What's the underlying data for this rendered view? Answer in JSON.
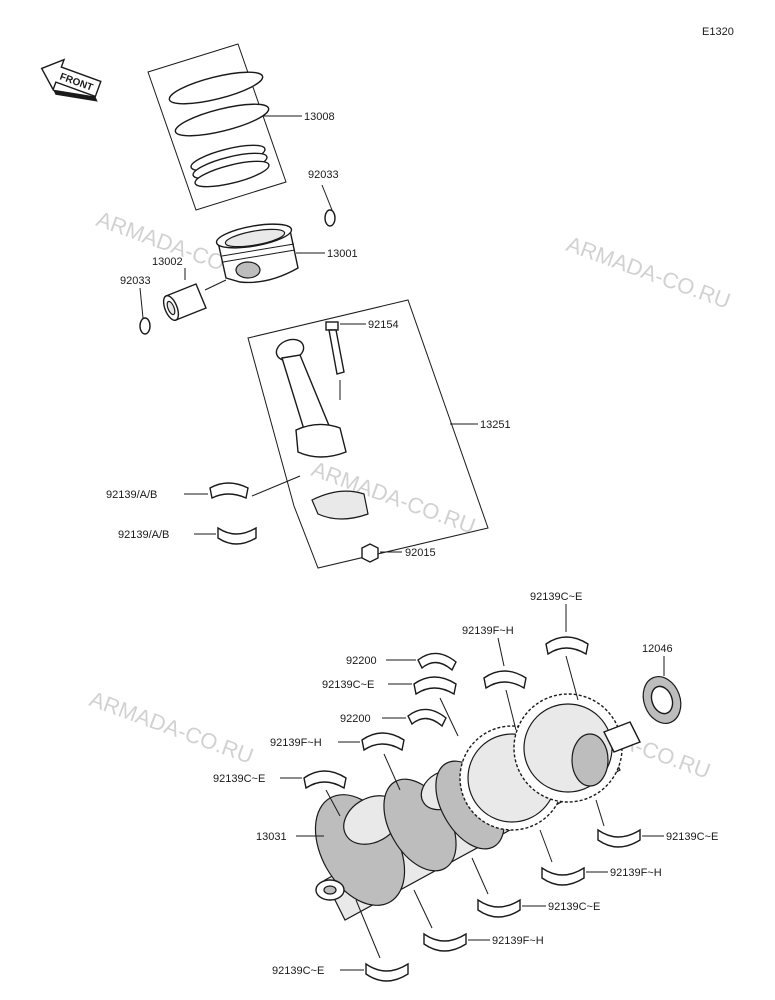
{
  "diagram_id": "E1320",
  "front_label": "FRONT",
  "watermark": "ARMADA-CO.RU",
  "parts": {
    "piston_rings": "13008",
    "snap_ring_upper": "92033",
    "piston": "13001",
    "piston_pin": "13002",
    "snap_ring_lower": "92033",
    "rod_bolt": "92154",
    "connecting_rod": "13251",
    "rod_bearing_upper": "92139/A/B",
    "rod_bearing_lower": "92139/A/B",
    "rod_nut": "92015",
    "main_bearing_ce_top": "92139C~E",
    "main_bearing_fh_top": "92139F~H",
    "thrust_washer_1": "92200",
    "main_bearing_ce_2": "92139C~E",
    "thrust_washer_2": "92200",
    "main_bearing_fh_2": "92139F~H",
    "main_bearing_ce_3": "92139C~E",
    "crankshaft": "13031",
    "needle_bearing": "12046",
    "main_bearing_ce_r1": "92139C~E",
    "main_bearing_fh_r1": "92139F~H",
    "main_bearing_ce_r2": "92139C~E",
    "main_bearing_fh_r2": "92139F~H",
    "main_bearing_ce_bottom": "92139C~E"
  }
}
